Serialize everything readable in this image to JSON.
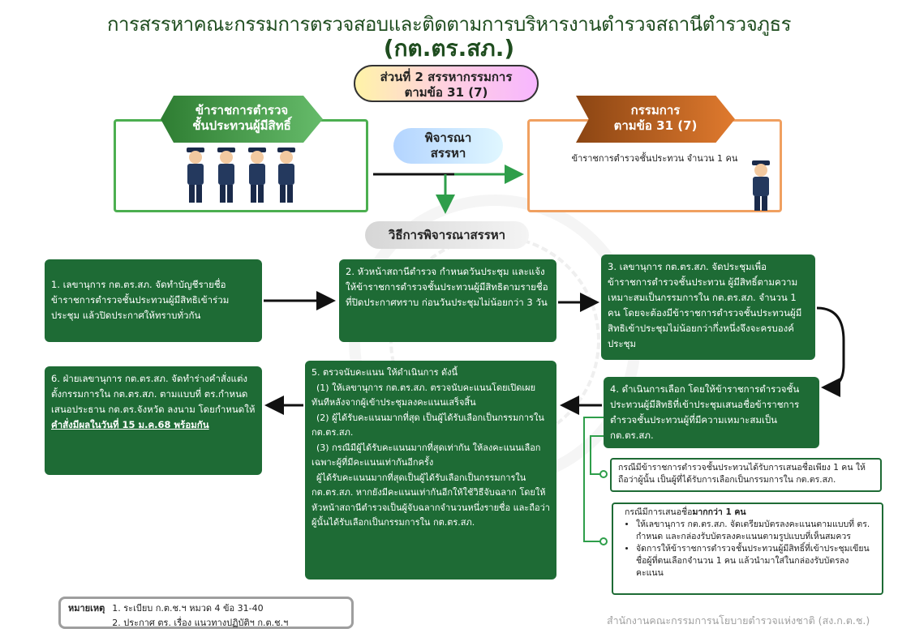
{
  "header": {
    "title": "การสรรหาคณะกรรมการตรวจสอบและติดตามการบริหารงานตำรวจสถานีตำรวจภูธร",
    "subtitle": "(กต.ตร.สภ.)"
  },
  "section_badge": {
    "line1": "ส่วนที่ 2 สรรหากรรมการ",
    "line2": "ตามข้อ 31 (7)"
  },
  "left_box": {
    "ribbon_line1": "ข้าราชการตำรวจ",
    "ribbon_line2": "ชั้นประทวนผู้มีสิทธิ์"
  },
  "right_box": {
    "ribbon_line1": "กรรมการ",
    "ribbon_line2": "ตามข้อ 31 (7)",
    "text": "ข้าราชการตำรวจชั้นประทวน จำนวน 1 คน"
  },
  "consider_pill": {
    "line1": "พิจารณา",
    "line2": "สรรหา"
  },
  "method_pill": "วิธีการพิจารณาสรรหา",
  "steps": {
    "s1": "1. เลขานุการ กต.ตร.สภ. จัดทำบัญชีรายชื่อข้าราชการตำรวจชั้นประทวนผู้มีสิทธิเข้าร่วมประชุม แล้วปิดประกาศให้ทราบทั่วกัน",
    "s2": "2. หัวหน้าสถานีตำรวจ กำหนดวันประชุม และแจ้งให้ข้าราชการตำรวจชั้นประทวนผู้มีสิทธิตามรายชื่อที่ปิดประกาศทราบ ก่อนวันประชุมไม่น้อยกว่า 3 วัน",
    "s3": "3. เลขานุการ กต.ตร.สภ. จัดประชุมเพื่อข้าราชการตำรวจชั้นประทวน ผู้มีสิทธิ์ตามความเหมาะสมเป็นกรรมการใน กต.ตร.สภ. จำนวน 1 คน โดยจะต้องมีข้าราชการตำรวจชั้นประทวนผู้มีสิทธิเข้าประชุมไม่น้อยกว่ากึ่งหนึ่งจึงจะครบองค์ประชุม",
    "s4": "4. ดำเนินการเลือก โดยให้ข้าราชการตำรวจชั้นประทวนผู้มีสิทธิที่เข้าประชุมเสนอชื่อข้าราชการตำรวจชั้นประทวนผู้ที่มีความเหมาะสมเป็น กต.ตร.สภ.",
    "s5_head": "5. ตรวจนับคะแนน ให้ดำเนินการ ดังนี้",
    "s5_p1": "(1) ให้เลขานุการ กต.ตร.สภ. ตรวจนับคะแนนโดยเปิดเผยทันทีหลังจากผู้เข้าประชุมลงคะแนนเสร็จสิ้น",
    "s5_p2": "(2) ผู้ได้รับคะแนนมากที่สุด เป็นผู้ได้รับเลือกเป็นกรรมการใน กต.ตร.สภ.",
    "s5_p3": "(3) กรณีมีผู้ได้รับคะแนนมากที่สุดเท่ากัน ให้ลงคะแนนเลือกเฉพาะผู้ที่มีคะแนนเท่ากันอีกครั้ง",
    "s5_p4": "ผู้ได้รับคะแนนมากที่สุดเป็นผู้ได้รับเลือกเป็นกรรมการใน กต.ตร.สภ. หากยังมีคะแนนเท่ากันอีกให้ใช้วิธีจับฉลาก โดยให้หัวหน้าสถานีตำรวจเป็นผู้จับฉลากจำนวนหนึ่งรายชื่อ และถือว่าผู้นั้นได้รับเลือกเป็นกรรมการใน กต.ตร.สภ.",
    "s6_text": "6. ฝ่ายเลขานุการ กต.ตร.สภ. จัดทำร่างคำสั่งแต่งตั้งกรรมการใน กต.ตร.สภ. ตามแบบที่ ตร.กำหนด เสนอประธาน กต.ตร.จังหวัด ลงนาม โดยกำหนดให้",
    "s6_bold": "คำสั่งมีผลในวันที่ 15 ม.ค.68 พร้อมกัน"
  },
  "notes": {
    "n1": "กรณีมีข้าราชการตำรวจชั้นประทวนได้รับการเสนอชื่อเพียง 1 คน ให้ถือว่าผู้นั้น เป็นผู้ที่ได้รับการเลือกเป็นกรรมการใน กต.ตร.สภ.",
    "n2_head_prefix": "กรณีมีการเสนอชื่อ",
    "n2_head_bold": "มากกว่า 1 คน",
    "n2_b1": "ให้เลขานุการ กต.ตร.สภ. จัดเตรียมบัตรลงคะแนนตามแบบที่ ตร. กำหนด และกล่องรับบัตรลงคะแนนตามรูปแบบที่เห็นสมควร",
    "n2_b2": "จัดการให้ข้าราชการตำรวจชั้นประทวนผู้มีสิทธิ์ที่เข้าประชุมเขียนชื่อผู้ที่ตนเลือกจำนวน 1 คน แล้วนำมาใส่ในกล่องรับบัตรลงคะแนน"
  },
  "remark": {
    "label": "หมายเหตุ",
    "line1": "1. ระเบียบ ก.ต.ช.ฯ หมวด 4 ข้อ 31-40",
    "line2": "2. ประกาศ ตร. เรื่อง แนวทางปฏิบัติฯ ก.ต.ช.ฯ"
  },
  "footer": "สำนักงานคณะกรรมการนโยบายตำรวจแห่งชาติ (สง.ก.ต.ช.)",
  "colors": {
    "step_green": "#1e6b35",
    "title_green": "#1f4d1f",
    "accent_orange": "#f0a060",
    "accent_lightgreen": "#4caf50"
  }
}
